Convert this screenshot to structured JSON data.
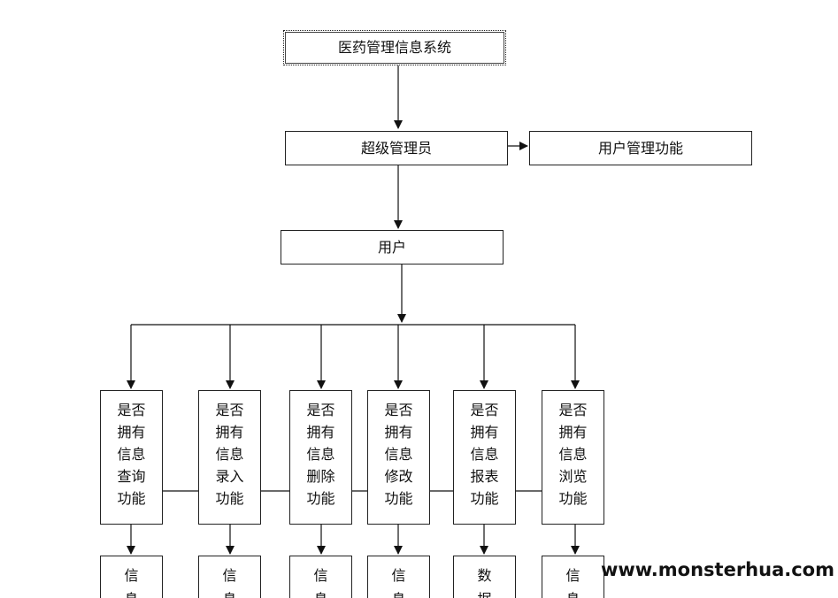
{
  "diagram": {
    "root": "医药管理信息系统",
    "super_admin": "超级管理员",
    "user_mgmt": "用户管理功能",
    "user": "用户",
    "functions": [
      {
        "lines": [
          "是否",
          "拥有",
          "信息",
          "查询",
          "功能"
        ],
        "leaf": [
          "信",
          "息"
        ]
      },
      {
        "lines": [
          "是否",
          "拥有",
          "信息",
          "录入",
          "功能"
        ],
        "leaf": [
          "信",
          "息"
        ]
      },
      {
        "lines": [
          "是否",
          "拥有",
          "信息",
          "删除",
          "功能"
        ],
        "leaf": [
          "信",
          "息"
        ]
      },
      {
        "lines": [
          "是否",
          "拥有",
          "信息",
          "修改",
          "功能"
        ],
        "leaf": [
          "信",
          "息"
        ]
      },
      {
        "lines": [
          "是否",
          "拥有",
          "信息",
          "报表",
          "功能"
        ],
        "leaf": [
          "数",
          "据"
        ]
      },
      {
        "lines": [
          "是否",
          "拥有",
          "信息",
          "浏览",
          "功能"
        ],
        "leaf": [
          "信",
          "息"
        ]
      }
    ]
  },
  "watermark": "www.monsterhua.com"
}
